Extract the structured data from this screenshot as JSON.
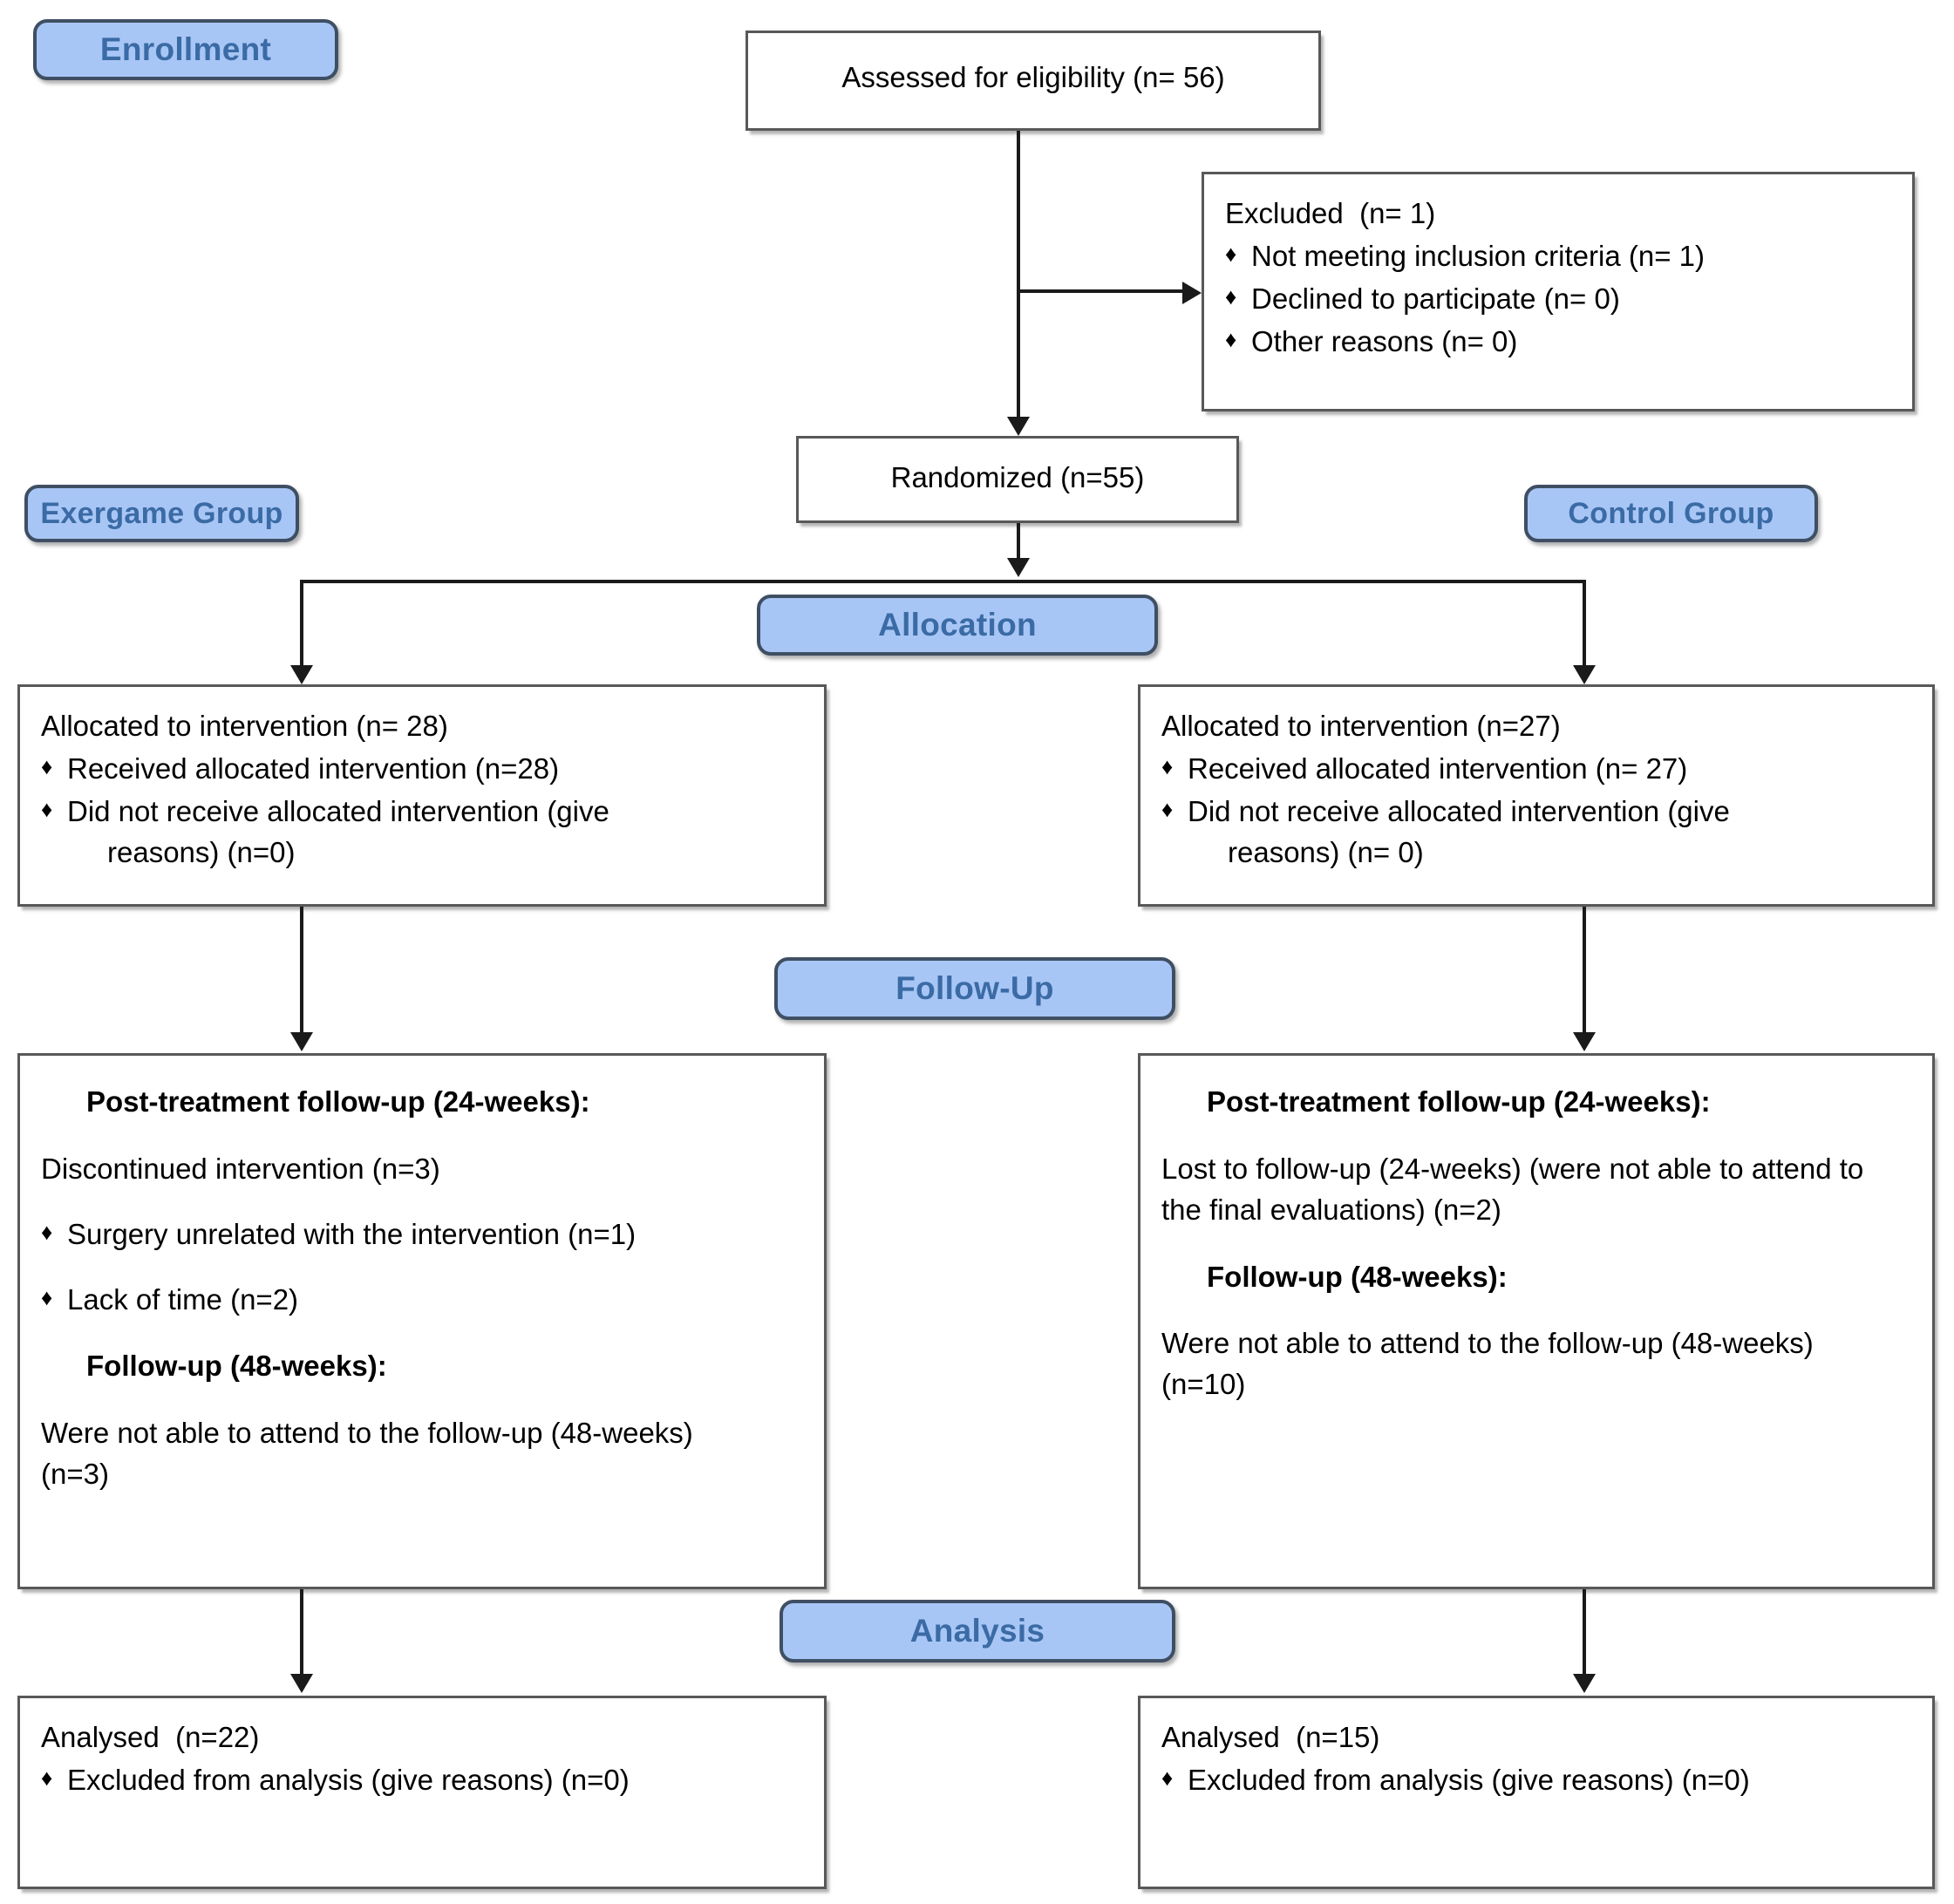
{
  "diagram": {
    "title": "CONSORT participant flow diagram",
    "accent_color": "#a8c6f5",
    "accent_text_color": "#3b6ba5",
    "box_border_color": "#585858",
    "stages": {
      "enrollment": "Enrollment",
      "allocation": "Allocation",
      "follow_up": "Follow-Up",
      "analysis": "Analysis"
    },
    "arms": {
      "left": "Exergame Group",
      "right": "Control Group"
    },
    "enrollment": {
      "assessed": "Assessed for eligibility (n= 56)",
      "randomized": "Randomized (n=55)",
      "excluded": {
        "heading": "Excluded  (n= 1)",
        "reasons": [
          "Not meeting inclusion criteria (n= 1)",
          "Declined to participate (n= 0)",
          "Other reasons (n= 0)"
        ]
      }
    },
    "allocation": {
      "left": {
        "heading": "Allocated to intervention (n= 28)",
        "items": [
          "Received allocated intervention (n=28)",
          "Did not receive allocated intervention (give"
        ],
        "item_continuation": "reasons) (n=0)"
      },
      "right": {
        "heading": "Allocated to intervention (n=27)",
        "items": [
          "Received allocated intervention (n= 27)",
          "Did not receive allocated intervention (give"
        ],
        "item_continuation": "reasons) (n= 0)"
      }
    },
    "follow_up": {
      "left": {
        "heading_24": "Post-treatment follow-up (24-weeks):",
        "line_discontinued": "Discontinued intervention (n=3)",
        "bullets": [
          "Surgery unrelated with the intervention (n=1)",
          "Lack of time (n=2)"
        ],
        "heading_48": "Follow-up (48-weeks):",
        "line_48": "Were not able to attend to the follow-up (48-weeks) (n=3)"
      },
      "right": {
        "heading_24": "Post-treatment follow-up (24-weeks):",
        "line_lost": "Lost to follow-up (24-weeks) (were not able to attend to the final evaluations) (n=2)",
        "heading_48": "Follow-up (48-weeks):",
        "line_48": "Were not able to attend to the follow-up (48-weeks) (n=10)"
      }
    },
    "analysis": {
      "left": {
        "heading": "Analysed  (n=22)",
        "items": [
          "Excluded from analysis (give reasons) (n=0)"
        ]
      },
      "right": {
        "heading": "Analysed  (n=15)",
        "items": [
          "Excluded from analysis (give reasons) (n=0)"
        ]
      }
    },
    "bullet_glyph": "♦"
  }
}
